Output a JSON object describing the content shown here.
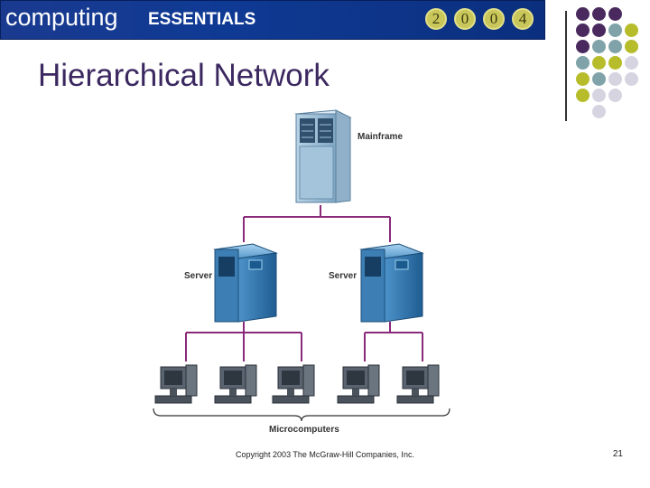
{
  "header": {
    "brand_word": "computing",
    "brand_series": "ESSENTIALS",
    "year_digits": [
      "2",
      "0",
      "0",
      "4"
    ],
    "banner_color": "#0f3a94"
  },
  "slide": {
    "title": "Hierarchical Network",
    "title_color": "#3b2860"
  },
  "diagram": {
    "mainframe_label": "Mainframe",
    "server_left_label": "Server",
    "server_right_label": "Server",
    "group_label": "Microcomputers",
    "connector_color": "#8a2a7a"
  },
  "footer": {
    "copyright": "Copyright 2003 The McGraw-Hill Companies, Inc.",
    "page_number": "21"
  },
  "decor": {
    "dot_colors": [
      "#4a2a5e",
      "#7fa3a8",
      "#b7bc2a",
      "#d6d4e0"
    ]
  }
}
